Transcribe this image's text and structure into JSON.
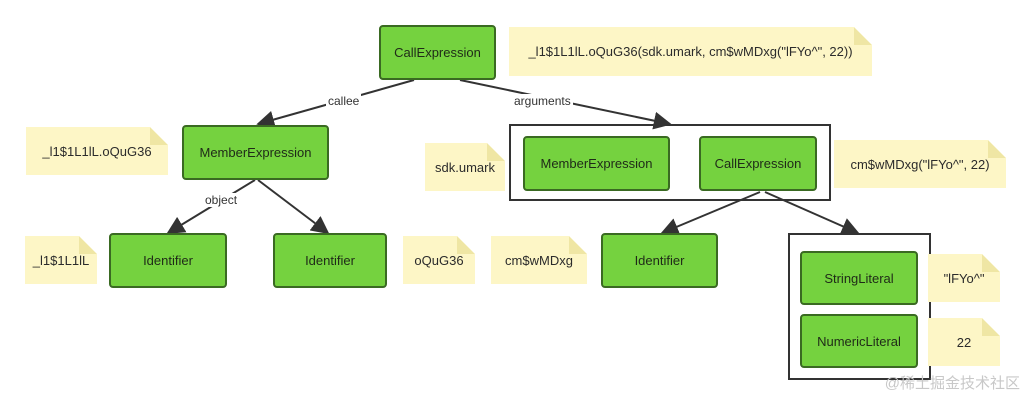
{
  "nodes": {
    "root_call": "CallExpression",
    "member_left": "MemberExpression",
    "identifier_1": "Identifier",
    "identifier_2": "Identifier",
    "args_member": "MemberExpression",
    "args_call": "CallExpression",
    "identifier_3": "Identifier",
    "string_literal": "StringLiteral",
    "numeric_literal": "NumericLiteral"
  },
  "notes": {
    "root": "_l1$1L1lL.oQuG36(sdk.umark, cm$wMDxg(\"lFYo^\", 22))",
    "member_left": "_l1$1L1lL.oQuG36",
    "args_member": "sdk.umark",
    "args_call": "cm$wMDxg(\"lFYo^\", 22)",
    "identifier_1": "_l1$1L1lL",
    "identifier_2": "oQuG36",
    "identifier_3": "cm$wMDxg",
    "string_literal": "\"lFYo^\"",
    "numeric_literal": "22"
  },
  "edge_labels": {
    "callee": "callee",
    "arguments": "arguments",
    "object": "object"
  },
  "watermark": "@稀土掘金技术社区",
  "colors": {
    "node_fill": "#75d23f",
    "node_border": "#3a6a22",
    "note_fill": "#fdf6c6",
    "edge": "#333333"
  }
}
